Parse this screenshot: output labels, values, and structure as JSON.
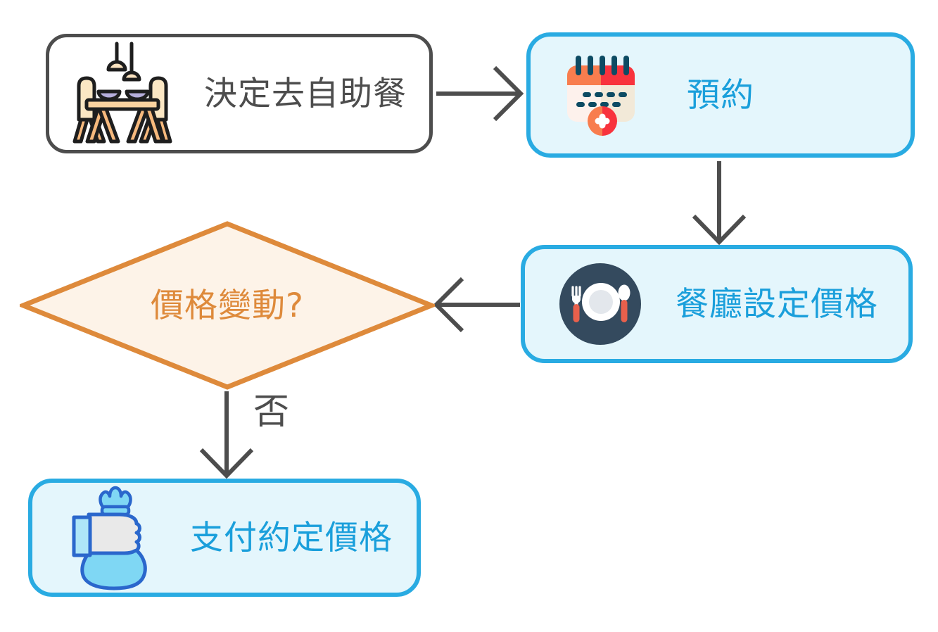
{
  "diagram": {
    "type": "flowchart",
    "title": "",
    "nodes": [
      {
        "id": "decide-buffet",
        "shape": "rounded-rect",
        "style": "gray",
        "icon": "dining-table-icon",
        "label": "決定去自助餐"
      },
      {
        "id": "reserve",
        "shape": "rounded-rect",
        "style": "cyan",
        "icon": "calendar-icon",
        "label": "預約"
      },
      {
        "id": "restaurant-sets-price",
        "shape": "rounded-rect",
        "style": "cyan",
        "icon": "plate-cutlery-icon",
        "label": "餐廳設定價格"
      },
      {
        "id": "price-change",
        "shape": "diamond",
        "style": "orange",
        "icon": "",
        "label": "價格變動?"
      },
      {
        "id": "pay-agreed-price",
        "shape": "rounded-rect",
        "style": "cyan",
        "icon": "money-bag-icon",
        "label": "支付約定價格"
      }
    ],
    "edges": [
      {
        "from": "decide-buffet",
        "to": "reserve",
        "direction": "right",
        "label": ""
      },
      {
        "from": "reserve",
        "to": "restaurant-sets-price",
        "direction": "down",
        "label": ""
      },
      {
        "from": "restaurant-sets-price",
        "to": "price-change",
        "direction": "left",
        "label": ""
      },
      {
        "from": "price-change",
        "to": "pay-agreed-price",
        "direction": "down",
        "label": "否"
      }
    ],
    "colors": {
      "background": "#ffffff",
      "gray_border": "#4d4d4d",
      "gray_text": "#4d4d4d",
      "cyan_border": "#29abe2",
      "cyan_fill": "#e4f6fc",
      "cyan_text": "#1a9fdb",
      "orange_border": "#de8a3b",
      "orange_fill": "#fdf3e8",
      "orange_text": "#de8a3b",
      "arrow": "#4d4d4d"
    }
  }
}
